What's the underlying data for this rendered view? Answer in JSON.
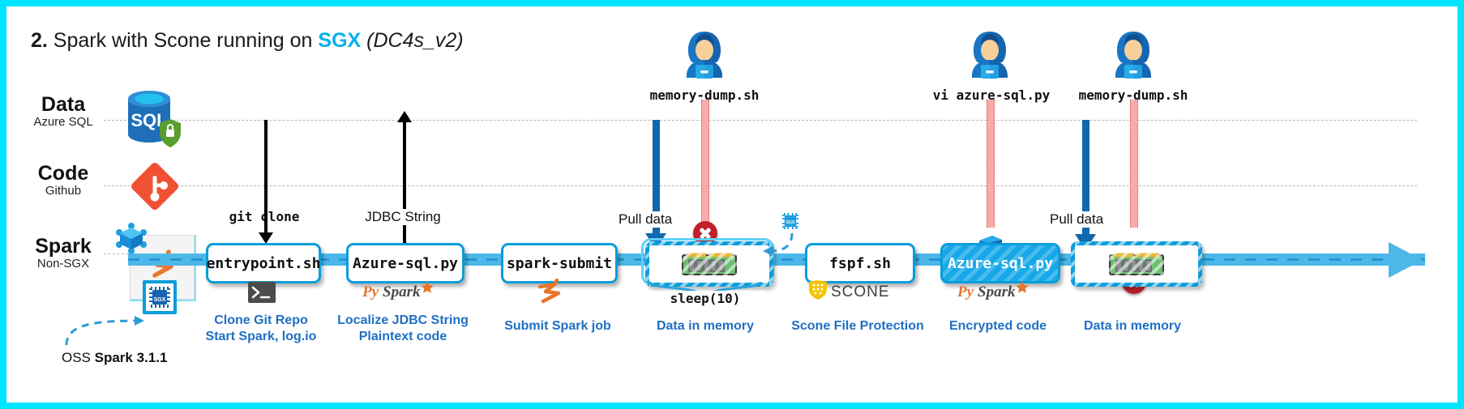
{
  "title": {
    "number": "2.",
    "text_before": " Spark with Scone running on ",
    "highlight": "SGX",
    "machine": "(DC4s_v2)"
  },
  "rows": [
    {
      "name": "Data",
      "sub": "Azure SQL",
      "icon": "azure-sql-icon"
    },
    {
      "name": "Code",
      "sub": "Github",
      "icon": "github-icon"
    },
    {
      "name": "Spark",
      "sub": "Non-SGX",
      "icon": "spark-icon"
    }
  ],
  "oss_label": {
    "prefix": "OSS ",
    "bold": "Spark 3.1.1"
  },
  "pipeline_steps": [
    {
      "id": "entrypoint",
      "label": "entrypoint.sh",
      "style": "outline",
      "caption": "Clone Git Repo\nStart Spark, log.io",
      "sublogo": "terminal-icon"
    },
    {
      "id": "azure-sql",
      "label": "Azure-sql.py",
      "style": "outline",
      "caption": "Localize JDBC String\nPlaintext code",
      "sublogo": "pyspark-logo"
    },
    {
      "id": "spark-submit",
      "label": "spark-submit",
      "style": "outline",
      "caption": "Submit Spark job",
      "sublogo": "spark-logo"
    },
    {
      "id": "memory-1",
      "label": "",
      "style": "memory",
      "caption": "Data in memory",
      "sublogo": ""
    },
    {
      "id": "fspf",
      "label": "fspf.sh",
      "style": "outline",
      "caption": "Scone File Protection",
      "sublogo": "scone-logo"
    },
    {
      "id": "azure-sql-enc",
      "label": "Azure-sql.py",
      "style": "filled",
      "caption": "Encrypted code",
      "sublogo": "pyspark-logo"
    },
    {
      "id": "memory-2",
      "label": "",
      "style": "memory",
      "caption": "Data in memory",
      "sublogo": ""
    }
  ],
  "connector_labels": {
    "git_clone": "git clone",
    "jdbc_string": "JDBC String",
    "pull_data_1": "Pull data",
    "pull_data_2": "Pull data",
    "sleep": "sleep(10)"
  },
  "attackers": [
    {
      "id": "attacker-1",
      "command": "memory-dump.sh",
      "icon": "hacker-icon"
    },
    {
      "id": "attacker-2",
      "command": "vi azure-sql.py",
      "icon": "hacker-icon"
    },
    {
      "id": "attacker-3",
      "command": "memory-dump.sh",
      "icon": "hacker-icon"
    }
  ],
  "logos": {
    "pyspark_py": "Py",
    "pyspark_spark": "Spark",
    "scone": "SCONE"
  },
  "colors": {
    "frame": "#00e5ff",
    "accent_blue": "#00b0f0",
    "pipe_blue": "#4db8e8",
    "box_border": "#0a9ddb",
    "caption_blue": "#1f6fc4",
    "deny_red": "#c0202a",
    "data_blue": "#1068ad",
    "github_orange": "#f05133"
  }
}
